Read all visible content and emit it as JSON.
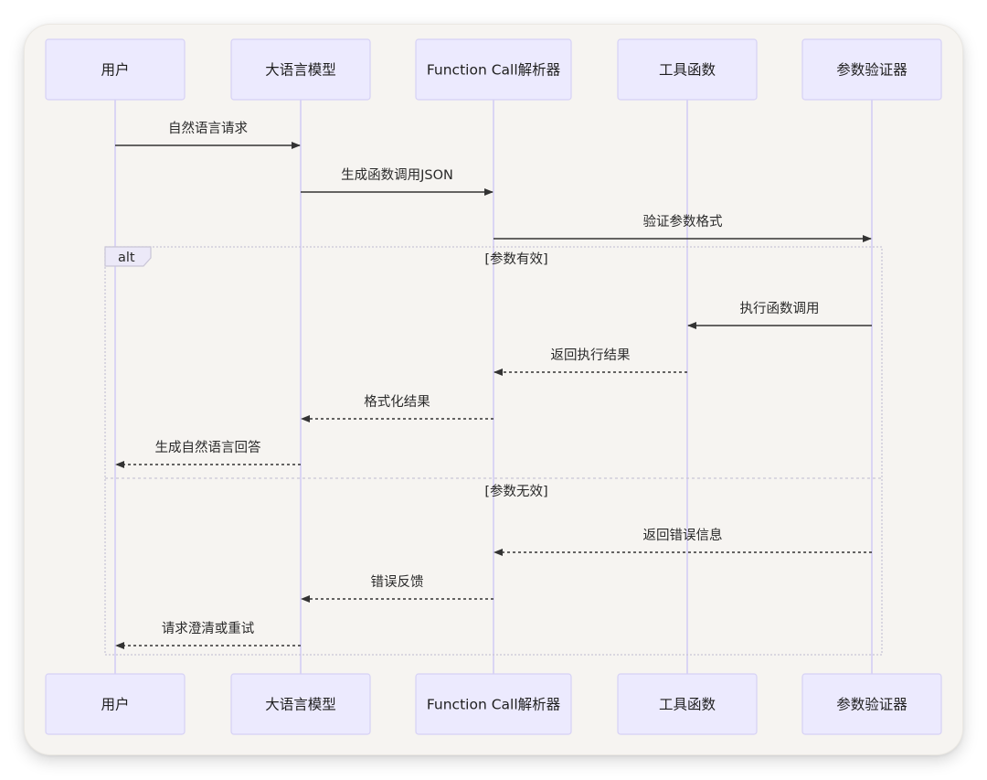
{
  "actors": [
    {
      "id": "user",
      "label": "用户"
    },
    {
      "id": "llm",
      "label": "大语言模型"
    },
    {
      "id": "parser",
      "label": "Function Call解析器"
    },
    {
      "id": "tool",
      "label": "工具函数"
    },
    {
      "id": "validator",
      "label": "参数验证器"
    }
  ],
  "messages": [
    {
      "from": "user",
      "to": "llm",
      "label": "自然语言请求",
      "dashed": false
    },
    {
      "from": "llm",
      "to": "parser",
      "label": "生成函数调用JSON",
      "dashed": false
    },
    {
      "from": "parser",
      "to": "validator",
      "label": "验证参数格式",
      "dashed": false
    },
    {
      "from": "validator",
      "to": "tool",
      "label": "执行函数调用",
      "dashed": false
    },
    {
      "from": "tool",
      "to": "parser",
      "label": "返回执行结果",
      "dashed": true
    },
    {
      "from": "parser",
      "to": "llm",
      "label": "格式化结果",
      "dashed": true
    },
    {
      "from": "llm",
      "to": "user",
      "label": "生成自然语言回答",
      "dashed": true
    },
    {
      "from": "validator",
      "to": "parser",
      "label": "返回错误信息",
      "dashed": true
    },
    {
      "from": "parser",
      "to": "llm",
      "label": "错误反馈",
      "dashed": true
    },
    {
      "from": "llm",
      "to": "user",
      "label": "请求澄清或重试",
      "dashed": true
    }
  ],
  "alt": {
    "keyword": "alt",
    "conditions": [
      "[参数有效]",
      "[参数无效]"
    ]
  },
  "colors": {
    "actor_fill": "#eceafe",
    "actor_stroke": "#d6d1f5",
    "lifeline": "#d4cdf5",
    "message": "#333333",
    "frame": "#c9c5d6"
  }
}
